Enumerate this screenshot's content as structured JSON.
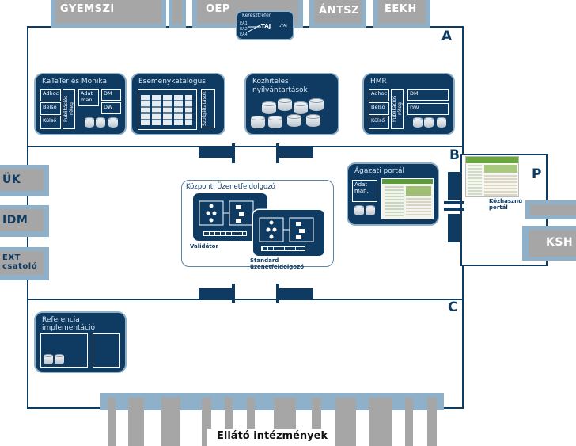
{
  "top_systems": [
    "GYEMSZI",
    "OEP",
    "ÁNTSZ",
    "EEKH"
  ],
  "oep_panel": {
    "rows": [
      "EA1",
      "EA2",
      "EA4"
    ],
    "title": "Keresztrefer.",
    "center": "TAJ",
    "right": "uTAJ"
  },
  "zones": {
    "a": "A",
    "b": "B",
    "c": "C",
    "p": "P"
  },
  "left_systems": [
    "ÜK",
    "IDM",
    "EXT\ncsatoló"
  ],
  "right_systems": [
    "KSH"
  ],
  "bottom_label": "Ellátó intézmények",
  "modules": {
    "kateter": {
      "title": "KaTeTer és Monika",
      "adhoc": "Adhoc",
      "belso": "Belső",
      "kulso": "Külső",
      "publikacios": "Publikációs réteg",
      "adatman": "Adat\nman.",
      "dm": "DM",
      "dw": "DW"
    },
    "esemenykatalogus": {
      "title": "Eseménykatalógus",
      "szolgaltatasok": "Szolgáltatások"
    },
    "kozhiteles": {
      "title": "Közhiteles\nnyilvántartások"
    },
    "hmr": {
      "title": "HMR",
      "adhoc": "Adhoc",
      "belso": "Belső",
      "kulso": "Külső",
      "publikacios": "Publikációs réteg",
      "dm": "DM",
      "dw": "DW"
    },
    "agazati": {
      "title": "Ágazati portál",
      "adatman": "Adat\nman."
    },
    "kozponti": {
      "title": "Központi Üzenetfeldolgozó",
      "validator": "Validátor",
      "standard": "Standard üzenetfeldolgozó"
    },
    "referencia": {
      "title": "Referencia\nimplementáció"
    },
    "kozhasznu": {
      "label": "Közhasznú\nportál"
    }
  }
}
